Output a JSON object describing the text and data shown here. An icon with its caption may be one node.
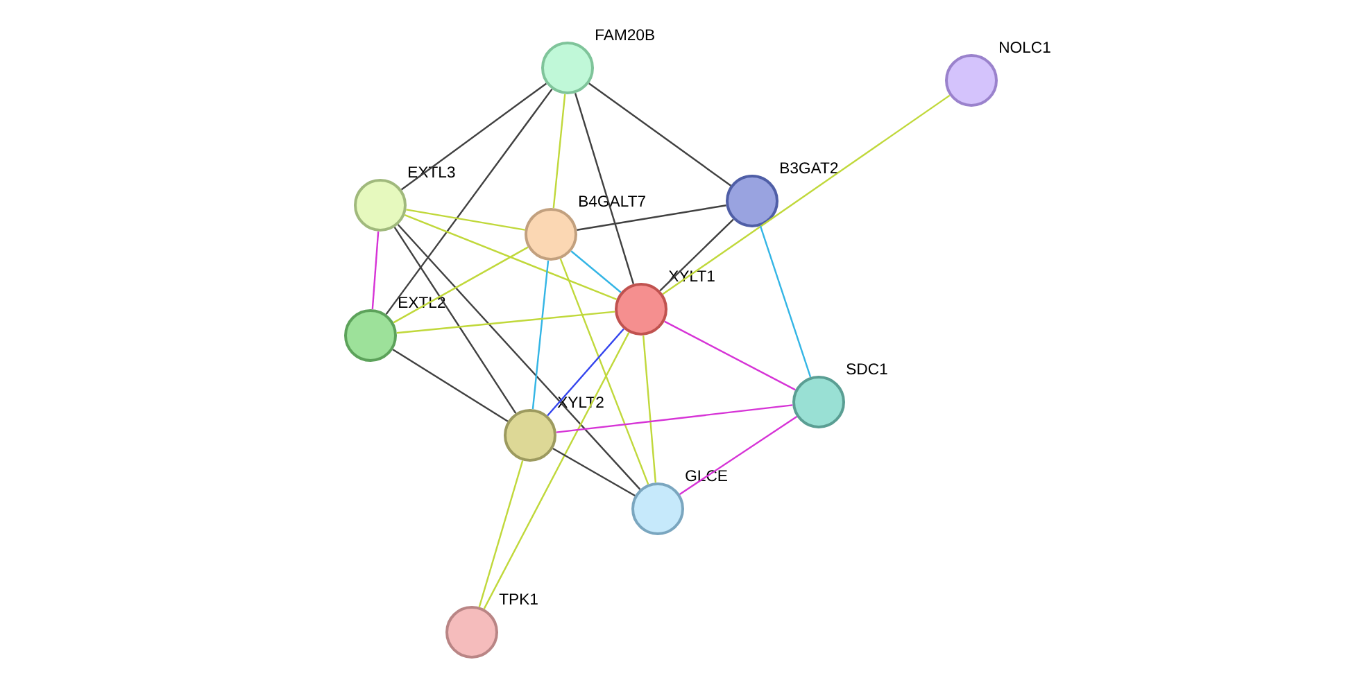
{
  "diagram": {
    "nodes": [
      {
        "text": [
          "FAM20B"
        ]
      },
      {
        "text": [
          "NOLC1"
        ]
      },
      {
        "text": [
          "B3GAT2"
        ]
      },
      {
        "text": [
          "EXTL3"
        ]
      },
      {
        "text": [
          "B4GALT7"
        ]
      },
      {
        "text": [
          "XYLT1"
        ]
      },
      {
        "text": [
          "EXTL2"
        ]
      },
      {
        "text": [
          "SDC1"
        ]
      },
      {
        "text": [
          "XYLT2"
        ]
      },
      {
        "text": [
          "GLCE"
        ]
      },
      {
        "text": [
          "TPK1"
        ]
      }
    ],
    "edges": [
      {
        "from": 0,
        "to": 2,
        "arrow": "none",
        "color": "#404040"
      },
      {
        "from": 0,
        "to": 3,
        "arrow": "none",
        "color": "#404040"
      },
      {
        "from": 0,
        "to": 6,
        "arrow": "none",
        "color": "#404040"
      },
      {
        "from": 0,
        "to": 4,
        "arrow": "none",
        "color": "#c0d83a"
      },
      {
        "from": 0,
        "to": 5,
        "arrow": "none",
        "color": "#404040"
      },
      {
        "from": 1,
        "to": 5,
        "arrow": "none",
        "color": "#c0d83a"
      },
      {
        "from": 2,
        "to": 4,
        "arrow": "none",
        "color": "#404040"
      },
      {
        "from": 2,
        "to": 5,
        "arrow": "none",
        "color": "#404040"
      },
      {
        "from": 2,
        "to": 7,
        "arrow": "none",
        "color": "#33b5e5"
      },
      {
        "from": 3,
        "to": 6,
        "arrow": "none",
        "color": "#d633d6"
      },
      {
        "from": 3,
        "to": 4,
        "arrow": "none",
        "color": "#c0d83a"
      },
      {
        "from": 3,
        "to": 5,
        "arrow": "none",
        "color": "#c0d83a"
      },
      {
        "from": 3,
        "to": 8,
        "arrow": "none",
        "color": "#404040"
      },
      {
        "from": 3,
        "to": 9,
        "arrow": "none",
        "color": "#404040"
      },
      {
        "from": 4,
        "to": 5,
        "arrow": "none",
        "color": "#33b5e5"
      },
      {
        "from": 4,
        "to": 8,
        "arrow": "none",
        "color": "#33b5e5"
      },
      {
        "from": 4,
        "to": 9,
        "arrow": "none",
        "color": "#c0d83a"
      },
      {
        "from": 4,
        "to": 6,
        "arrow": "none",
        "color": "#c0d83a"
      },
      {
        "from": 5,
        "to": 6,
        "arrow": "none",
        "color": "#c0d83a"
      },
      {
        "from": 5,
        "to": 8,
        "arrow": "none",
        "color": "#3344ee"
      },
      {
        "from": 5,
        "to": 7,
        "arrow": "none",
        "color": "#d633d6"
      },
      {
        "from": 5,
        "to": 9,
        "arrow": "none",
        "color": "#c0d83a"
      },
      {
        "from": 5,
        "to": 10,
        "arrow": "none",
        "color": "#c0d83a"
      },
      {
        "from": 6,
        "to": 8,
        "arrow": "none",
        "color": "#404040"
      },
      {
        "from": 8,
        "to": 7,
        "arrow": "none",
        "color": "#d633d6"
      },
      {
        "from": 8,
        "to": 9,
        "arrow": "none",
        "color": "#404040"
      },
      {
        "from": 8,
        "to": 10,
        "arrow": "none",
        "color": "#c0d83a"
      },
      {
        "from": 9,
        "to": 7,
        "arrow": "none",
        "color": "#d633d6"
      }
    ]
  }
}
